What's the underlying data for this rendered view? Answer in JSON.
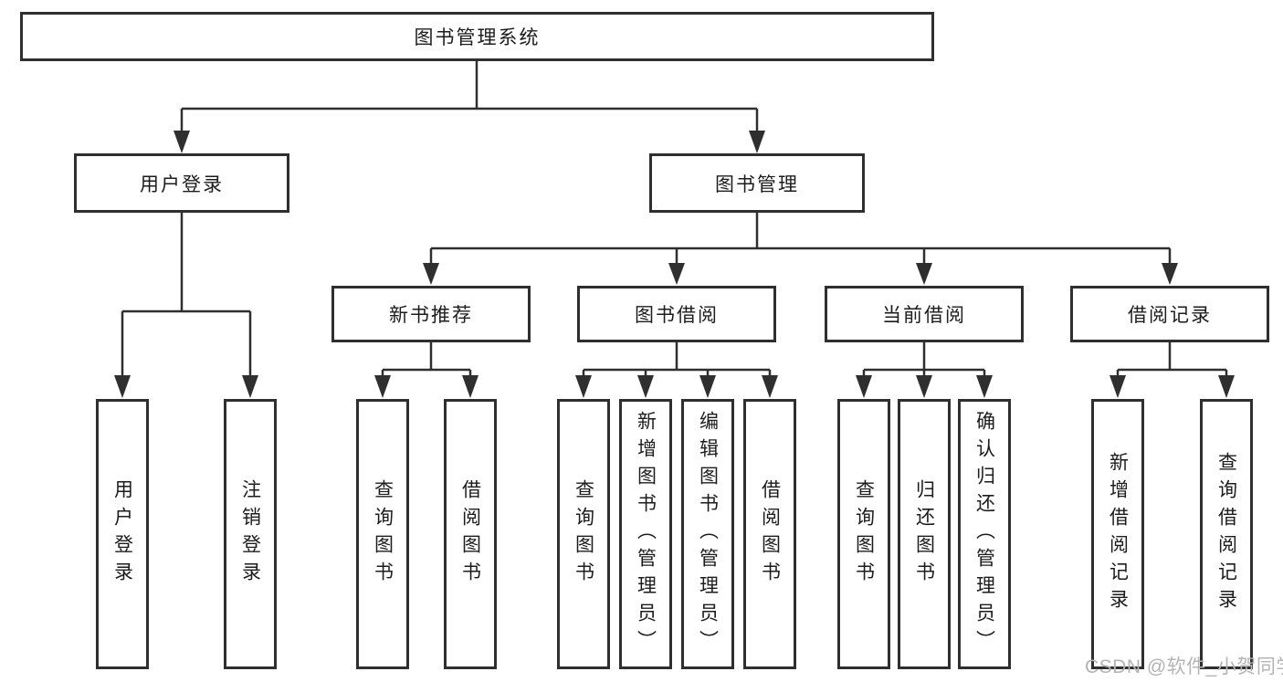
{
  "diagram": {
    "title": "图书管理系统",
    "colors": {
      "line": "#2f2f2f",
      "box_border": "#2f2f2f",
      "text": "#1c1c1c",
      "background": "#ffffff",
      "watermark": "#b4b4b4"
    },
    "nodes": {
      "root": {
        "label": "图书管理系统"
      },
      "user_login": {
        "label": "用户登录"
      },
      "book_management": {
        "label": "图书管理"
      },
      "new_book_recommend": {
        "label": "新书推荐"
      },
      "book_borrowing": {
        "label": "图书借阅"
      },
      "current_borrowing": {
        "label": "当前借阅"
      },
      "borrow_records": {
        "label": "借阅记录"
      },
      "leaves": [
        {
          "label": "用户登录"
        },
        {
          "label": "注销登录"
        },
        {
          "label": "查询图书"
        },
        {
          "label": "借阅图书"
        },
        {
          "label": "查询图书"
        },
        {
          "label": "新增图书（管理员）"
        },
        {
          "label": "编辑图书（管理员）"
        },
        {
          "label": "借阅图书"
        },
        {
          "label": "查询图书"
        },
        {
          "label": "归还图书"
        },
        {
          "label": "确认归还（管理员）"
        },
        {
          "label": "新增借阅记录"
        },
        {
          "label": "查询借阅记录"
        }
      ]
    },
    "structure": {
      "root_children": [
        "user_login",
        "book_management"
      ],
      "user_login_children": [
        "用户登录",
        "注销登录"
      ],
      "book_management_children": [
        "new_book_recommend",
        "book_borrowing",
        "current_borrowing",
        "borrow_records"
      ],
      "new_book_recommend_children": [
        "查询图书",
        "借阅图书"
      ],
      "book_borrowing_children": [
        "查询图书",
        "新增图书（管理员）",
        "编辑图书（管理员）",
        "借阅图书"
      ],
      "current_borrowing_children": [
        "查询图书",
        "归还图书",
        "确认归还（管理员）"
      ],
      "borrow_records_children": [
        "新增借阅记录",
        "查询借阅记录"
      ]
    }
  },
  "watermark": {
    "text": "CSDN @软件_小贺同学"
  }
}
